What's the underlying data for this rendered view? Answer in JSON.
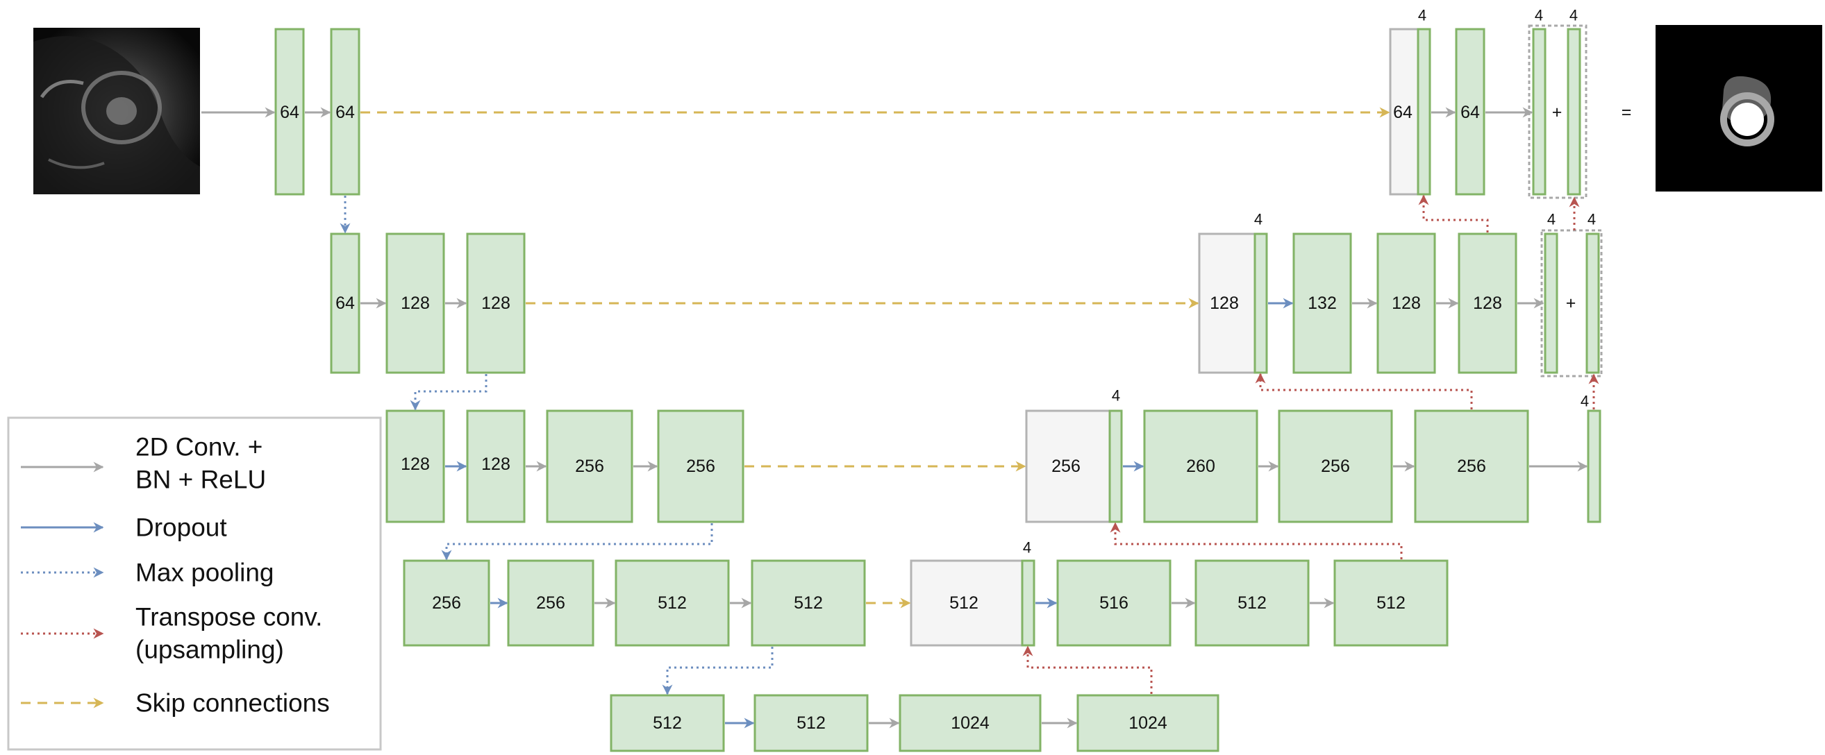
{
  "input_image": {
    "alt": ""
  },
  "output": {
    "equals": "="
  },
  "legend": {
    "conv": [
      "2D Conv. +",
      "BN + ReLU"
    ],
    "dropout": "Dropout",
    "maxpool": "Max pooling",
    "transpose": [
      "Transpose conv.",
      "(upsampling)"
    ],
    "skip": "Skip connections"
  },
  "encoder": {
    "l1": [
      "64",
      "64"
    ],
    "l2": [
      "64",
      "128",
      "128"
    ],
    "l3": [
      "128",
      "128",
      "256",
      "256"
    ],
    "l4": [
      "256",
      "256",
      "512",
      "512"
    ],
    "l5": [
      "512",
      "512",
      "1024",
      "1024"
    ]
  },
  "decoder": {
    "l4": {
      "concat": "512",
      "extra": "4",
      "blocks": [
        "516",
        "512",
        "512"
      ]
    },
    "l3": {
      "concat": "256",
      "extra": "4",
      "blocks": [
        "260",
        "256",
        "256"
      ],
      "side": "4"
    },
    "l2": {
      "concat": "128",
      "extra": "4",
      "blocks": [
        "132",
        "128",
        "128"
      ],
      "sum_left": "4",
      "sum_right": "4",
      "plus": "+"
    },
    "l1": {
      "concat": "64",
      "extra": "4",
      "blocks": [
        "64"
      ],
      "sum_left": "4",
      "sum_right": "4",
      "plus": "+"
    }
  },
  "colors": {
    "block_fill": "#d5e8d4",
    "block_stroke": "#82b366",
    "concat_fill": "#f5f5f5",
    "concat_stroke": "#b3b3b3",
    "conv_arrow": "#a6a6a6",
    "dropout_arrow": "#6c8ebf",
    "maxpool_arrow": "#6c8ebf",
    "transpose_arrow": "#b85450",
    "skip_arrow": "#d6b656"
  }
}
